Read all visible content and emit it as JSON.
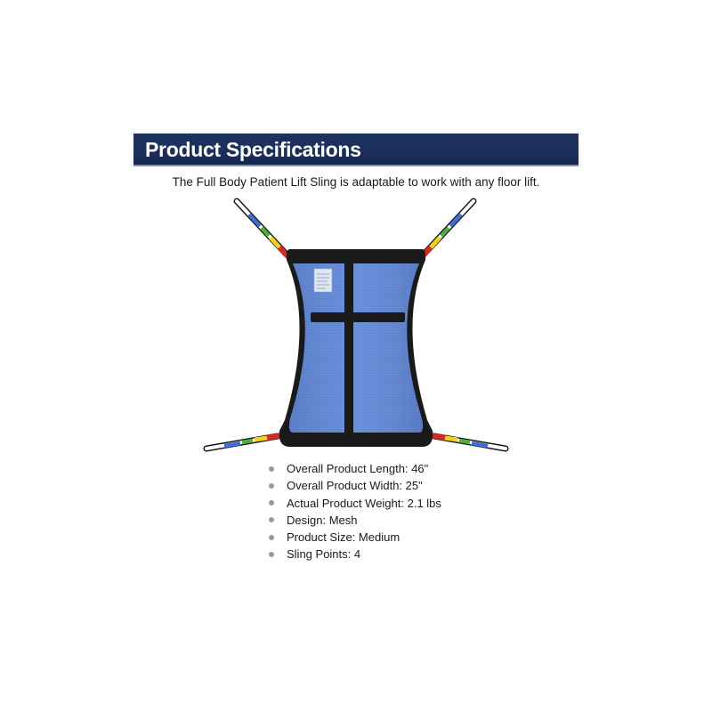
{
  "banner": {
    "title": "Product Specifications"
  },
  "subtitle": "The Full Body Patient Lift Sling is adaptable to work with any floor lift.",
  "specs": [
    "Overall Product Length: 46\"",
    "Overall Product Width: 25\"",
    "Actual Product Weight: 2.1 lbs",
    "Design: Mesh",
    "Product Size: Medium",
    "Sling Points: 4"
  ],
  "colors": {
    "banner": "#1a2e58",
    "mesh": "#5f86d6",
    "trim": "#1a1a1a",
    "strap_red": "#d22a2a",
    "strap_yellow": "#f2d21c",
    "strap_green": "#4fae3c",
    "strap_blue": "#3f6fd1"
  },
  "icons": {
    "bullet": "bullet-dot-icon"
  }
}
